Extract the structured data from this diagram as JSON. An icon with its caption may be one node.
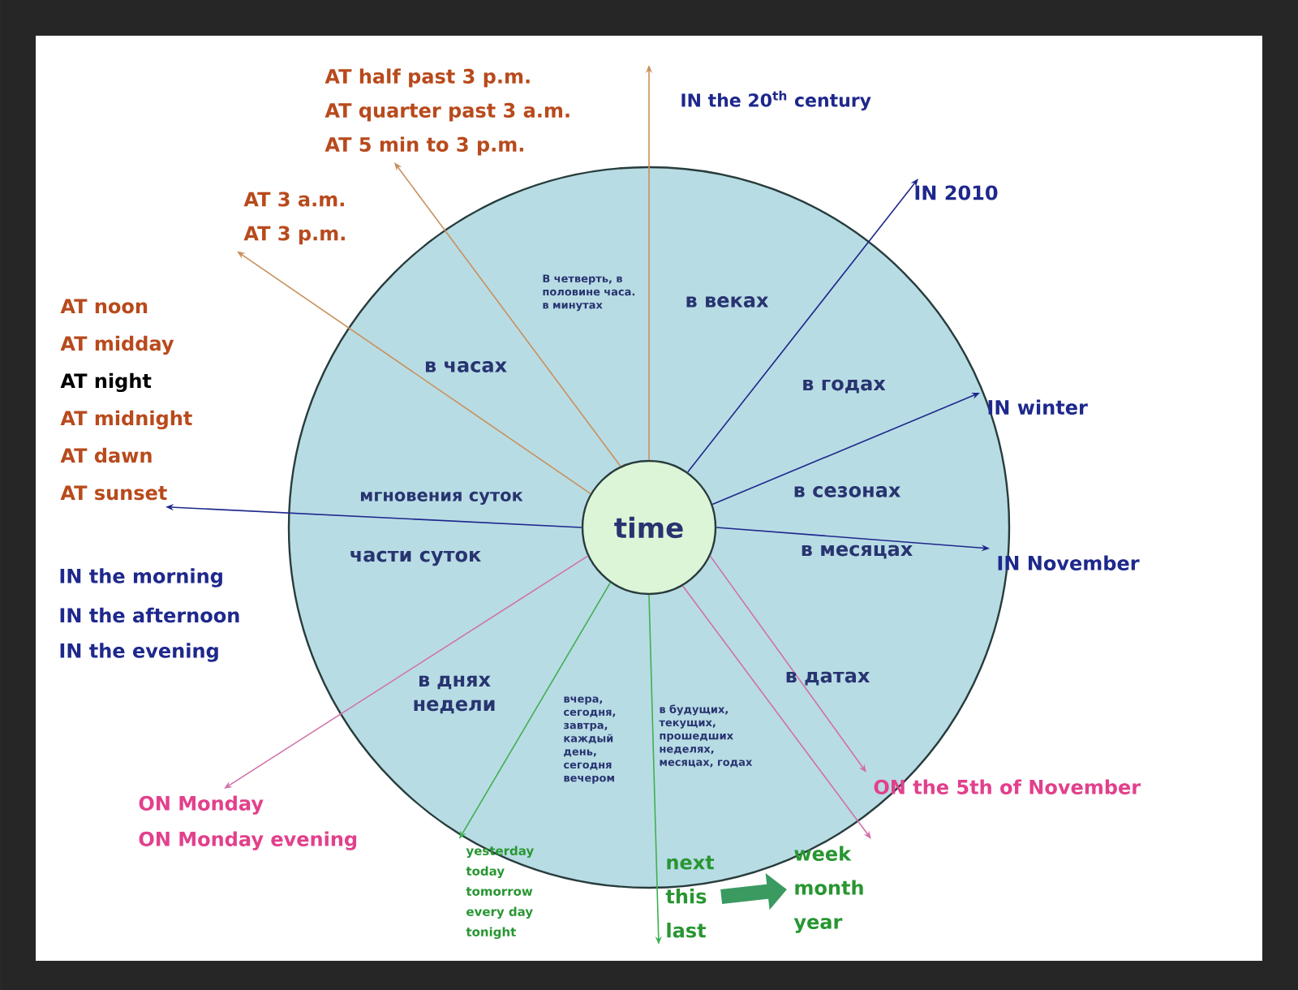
{
  "diagram": {
    "nodes": [
      {
        "text": [],
        "shape": "circle"
      },
      {
        "text": [
          "time"
        ],
        "in": 0
      },
      {
        "text": [
          "AT half past 3 p.m.",
          "AT quarter past 3 a.m.",
          "AT 5 min to 3 p.m."
        ]
      },
      {
        "text": [
          "AT 3 a.m.",
          "AT 3 p.m."
        ]
      },
      {
        "text": [
          "AT noon",
          "AT midday",
          "AT night",
          "AT midnight",
          "AT dawn",
          "AT sunset"
        ]
      },
      {
        "text": [
          "IN 2010"
        ]
      },
      {
        "text": [
          "IN winter"
        ]
      },
      {
        "text": [
          "IN November"
        ]
      },
      {
        "text": [
          "ON the 5th of November"
        ]
      },
      {
        "text": [
          "ON Monday",
          "ON Monday evening"
        ]
      },
      {
        "text": [
          "yesterday",
          "today",
          "tomorrow",
          "every day",
          "tonight"
        ]
      },
      {
        "text": [
          "next",
          "this",
          "last"
        ]
      },
      {
        "text": [
          "week",
          "month",
          "year"
        ]
      }
    ],
    "edges": [
      {
        "from": 1,
        "to": null,
        "arrow": "to",
        "color": "#c8905a"
      },
      {
        "from": 1,
        "to": 2,
        "arrow": "to",
        "color": "#c8905a"
      },
      {
        "from": 1,
        "to": 3,
        "arrow": "to",
        "color": "#c8905a"
      },
      {
        "from": 1,
        "to": 4,
        "arrow": "to"
      },
      {
        "from": 1,
        "to": 5,
        "arrow": "to"
      },
      {
        "from": 1,
        "to": 6,
        "arrow": "to"
      },
      {
        "from": 1,
        "to": 7,
        "arrow": "to"
      },
      {
        "from": 1,
        "to": 8,
        "arrow": "to",
        "color": "#d070a8"
      },
      {
        "from": 1,
        "to": 12,
        "arrow": "to",
        "color": "#d070a8"
      },
      {
        "from": 1,
        "to": 11,
        "arrow": "to",
        "color": "#40b050"
      },
      {
        "from": 1,
        "to": 10,
        "arrow": "to",
        "color": "#40b050"
      },
      {
        "from": 1,
        "to": 9,
        "arrow": "to",
        "color": "#d070a8"
      },
      {
        "from": 11,
        "to": 12,
        "arrow": "to",
        "style": "thick",
        "color": "#3a9a60"
      }
    ],
    "labels": [
      "IN the 20$^{th}$ century",
      "В четверть, в половине часа. в минутах",
      "в веках",
      "в часах",
      "в годах",
      "в сезонах",
      "мгновения суток",
      "части суток",
      "в месяцах",
      "IN the morning",
      "IN the afternoon",
      "IN the evening",
      "в днях недели",
      "в датах",
      "вчера, сегодня, завтра, каждый день, сегодня вечером",
      "в будущих, текущих, прошедших неделях, месяцах, годах"
    ]
  }
}
